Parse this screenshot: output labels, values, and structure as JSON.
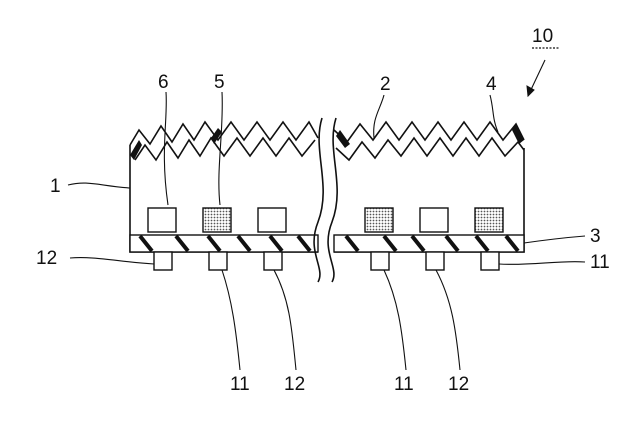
{
  "figure": {
    "labels": {
      "device": "10",
      "substrate": "1",
      "texture_layer": "2",
      "insulating_film": "3",
      "coating": "4",
      "dot_5": "5",
      "dot_6": "6",
      "electrode_11_right": "11",
      "electrode_11_a": "11",
      "electrode_11_b": "11",
      "electrode_12_left": "12",
      "electrode_12_a": "12",
      "electrode_12_b": "12"
    },
    "colors": {
      "ink": "#111111",
      "dot_fill": "#c9c9c9",
      "paper": "#ffffff"
    }
  }
}
